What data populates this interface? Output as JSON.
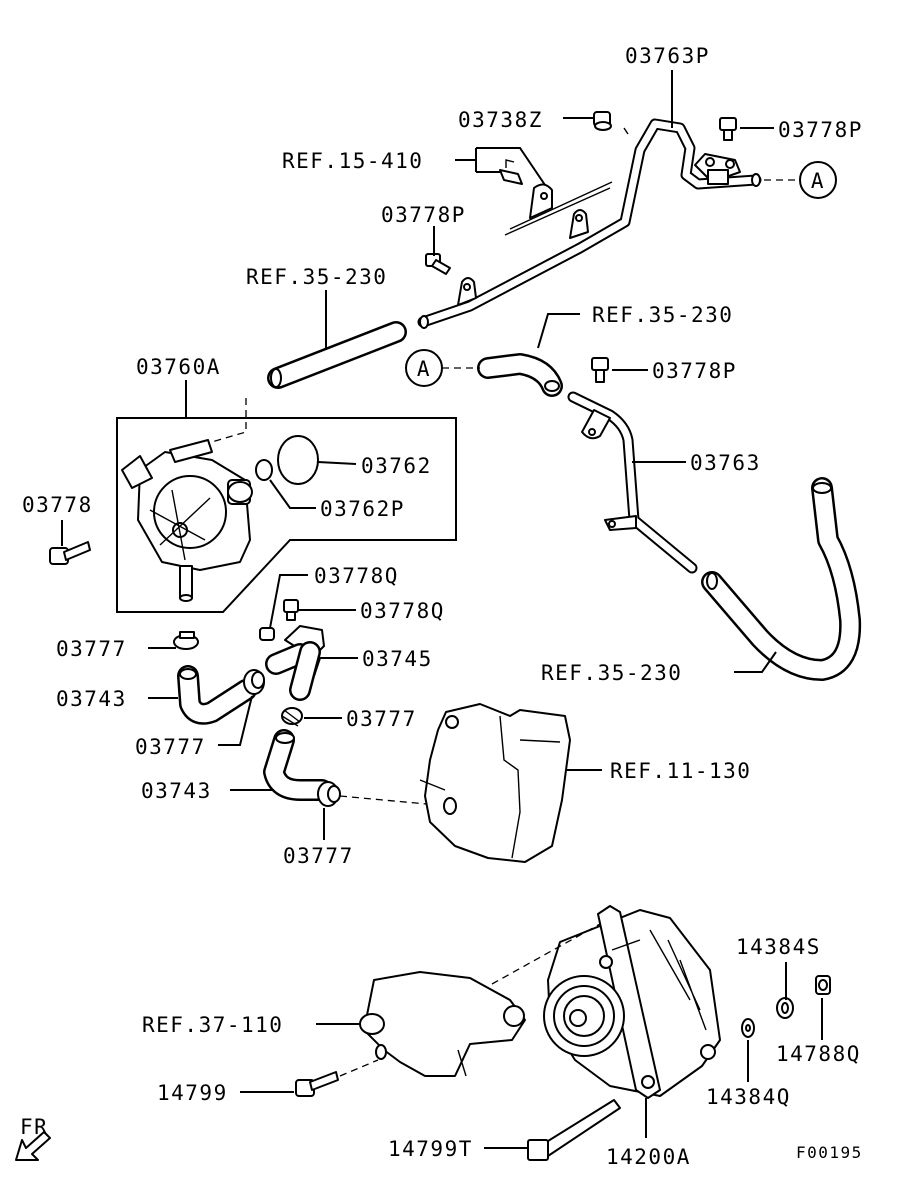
{
  "labels": {
    "p03763P": "03763P",
    "p03738Z": "03738Z",
    "p03778P_top": "03778P",
    "ref15_410": "REF.15-410",
    "p03778P_mid": "03778P",
    "ref35_230_a": "REF.35-230",
    "ref35_230_b": "REF.35-230",
    "p03778P_right": "03778P",
    "p03760A": "03760A",
    "p03762": "03762",
    "p03762P": "03762P",
    "p03763": "03763",
    "p03778": "03778",
    "p03778Q_a": "03778Q",
    "p03778Q_b": "03778Q",
    "p03777_a": "03777",
    "p03745": "03745",
    "p03743_a": "03743",
    "p03777_b": "03777",
    "p03777_c": "03777",
    "ref35_230_c": "REF.35-230",
    "ref11_130": "REF.11-130",
    "p03743_b": "03743",
    "p03777_d": "03777",
    "p14384S": "14384S",
    "ref37_110": "REF.37-110",
    "p14788Q": "14788Q",
    "p14799": "14799",
    "p14384Q": "14384Q",
    "p14799T": "14799T",
    "p14200A": "14200A",
    "fr": "FR",
    "figure_code": "F00195",
    "connector_top": "A",
    "connector_mid": "A"
  }
}
